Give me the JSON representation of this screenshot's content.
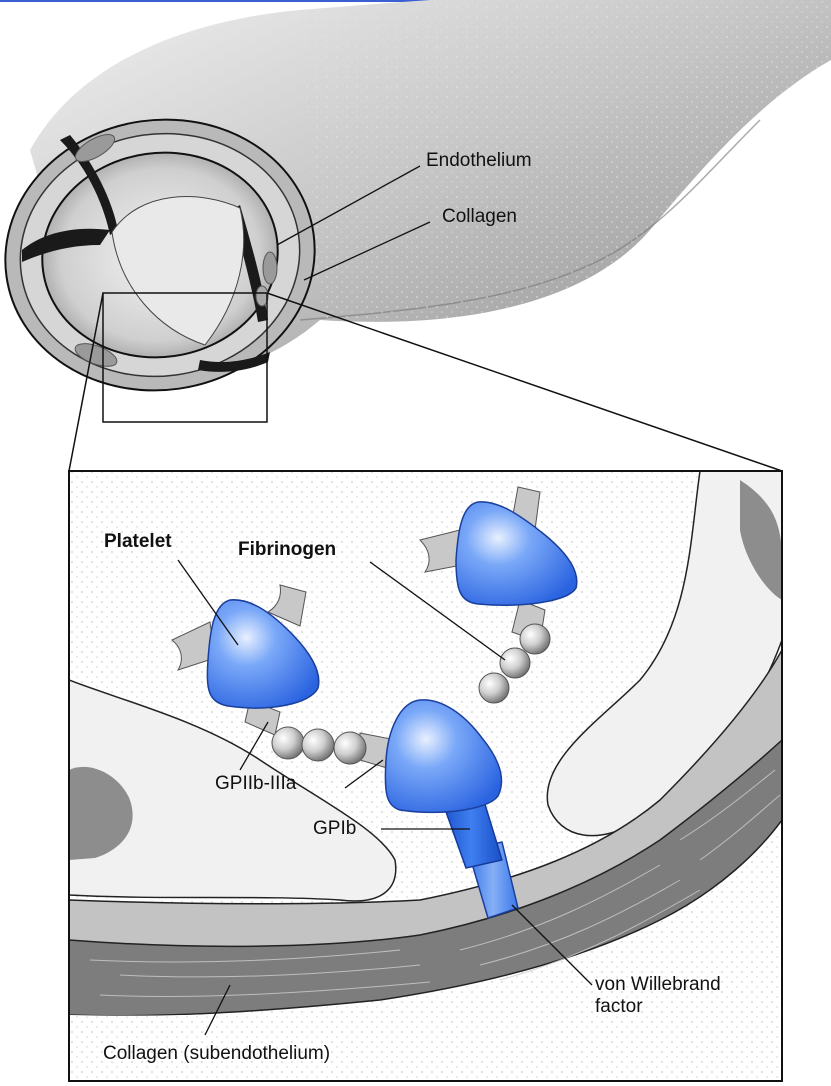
{
  "colors": {
    "top_rule": "#3a5fd0",
    "platelet_blue": "#3f7ff0",
    "gpib_blue": "#1f5ad8",
    "vwf_blue": "#4a86f2",
    "vessel_gray": "#9c9c9c",
    "collagen_band": "#7a7a7a",
    "outline": "#111111"
  },
  "icons": {
    "vessel": "blood-vessel-cross-section",
    "platelet": "platelet-cone",
    "fibrinogen": "bead-chain"
  },
  "labels": {
    "endothelium": "Endothelium",
    "collagen": "Collagen",
    "platelet": "Platelet",
    "fibrinogen": "Fibrinogen",
    "gpiib_iiia": "GPIIb-IIIa",
    "gpib": "GPIb",
    "vwf": "von Willebrand\nfactor",
    "collagen_sub": "Collagen (subendothelium)"
  }
}
